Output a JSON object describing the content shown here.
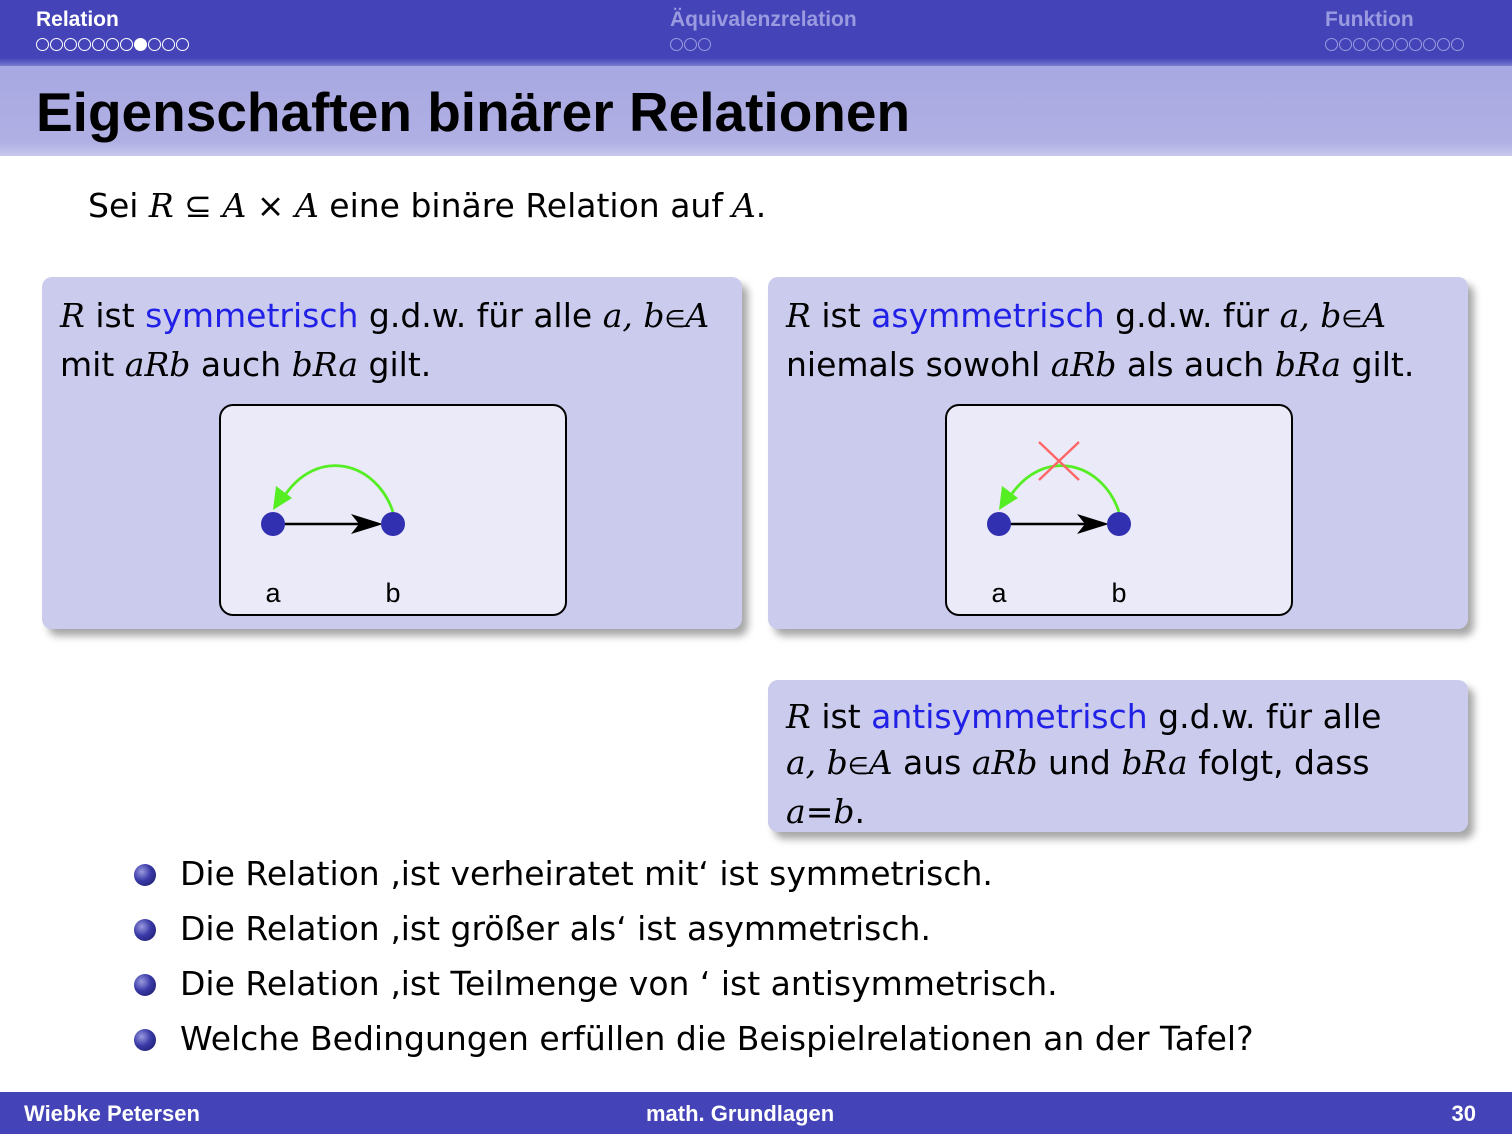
{
  "nav": {
    "sections": [
      {
        "title": "Relation",
        "dots": 11,
        "filled": 8,
        "active": true
      },
      {
        "title": "Äquivalenzrelation",
        "dots": 3,
        "active": false
      },
      {
        "title": "Funktion",
        "dots": 10,
        "active": false
      }
    ]
  },
  "frame_title": "Eigenschaften binärer Relationen",
  "intro": {
    "lead": "Sei",
    "R": "R",
    "subseteq": "⊆",
    "A1": "A",
    "times": "×",
    "A2": "A",
    "rest": "eine binäre Relation auf",
    "A3": "A",
    "period": "."
  },
  "blocks": {
    "symmetric": {
      "R": "R",
      "ist": "ist",
      "keyword": "symmetrisch",
      "cond1": "g.d.w. für alle",
      "ab": "a, b",
      "in": "∈",
      "A": "A",
      "mit": "mit",
      "aRb": "aRb",
      "auch": "auch",
      "bRa": "bRa",
      "gilt": "gilt."
    },
    "asymmetric": {
      "R": "R",
      "ist": "ist",
      "keyword": "asymmetrisch",
      "cond1": "g.d.w. für",
      "ab": "a, b",
      "in": "∈",
      "A": "A",
      "niemals": "niemals sowohl",
      "aRb": "aRb",
      "alsauch": "als auch",
      "bRa": "bRa",
      "gilt": "gilt."
    },
    "antisymmetric": {
      "R": "R",
      "ist": "ist",
      "keyword": "antisymmetrisch",
      "cond1": "g.d.w. für alle",
      "ab": "a, b",
      "in": "∈",
      "A": "A",
      "aus": "aus",
      "aRb": "aRb",
      "und": "und",
      "bRa": "bRa",
      "folgt": "folgt, dass",
      "a": "a",
      "eq": "=",
      "b": "b",
      "period": "."
    }
  },
  "diagram": {
    "label_a": "a",
    "label_b": "b",
    "node_color": "#3030b0",
    "back_arrow_color": "#55ee22",
    "cross_color": "#ff6666"
  },
  "bullets": [
    "Die Relation ‚ist verheiratet mit‘ ist symmetrisch.",
    "Die Relation ‚ist größer als‘ ist asymmetrisch.",
    "Die Relation ‚ist Teilmenge von ‘ ist antisymmetrisch.",
    "Welche Bedingungen erfüllen die Beispielrelationen an der Tafel?"
  ],
  "footer": {
    "author": "Wiebke Petersen",
    "short_title": "math. Grundlagen",
    "page": "30"
  }
}
